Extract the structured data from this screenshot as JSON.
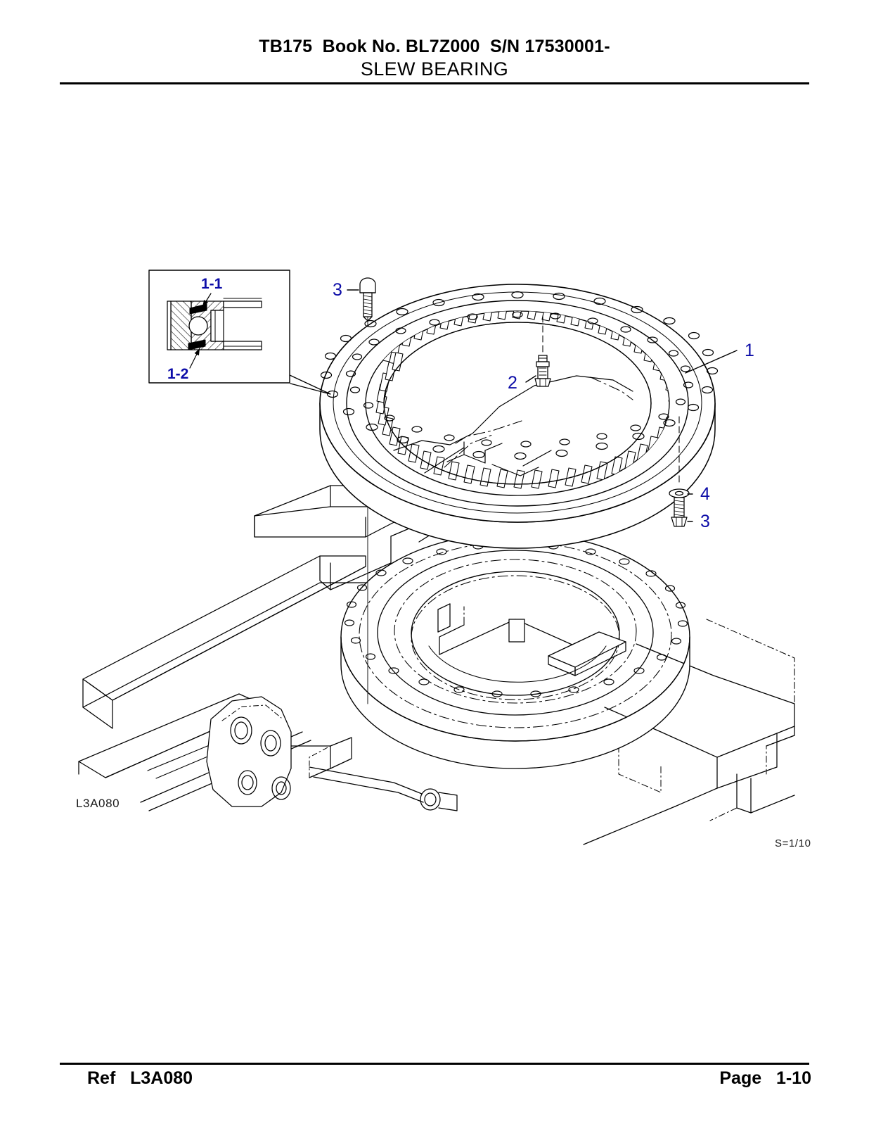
{
  "document": {
    "header": {
      "line1": "TB175  Book No. BL7Z000  S/N 17530001-",
      "title": "SLEW BEARING"
    },
    "footer": {
      "ref_label": "Ref   L3A080",
      "page_label": "Page   1-10"
    }
  },
  "drawing": {
    "reference_code": "L3A080",
    "scale": "S=1/10",
    "callouts": [
      {
        "id": "1",
        "label": "1",
        "description": "slew-bearing-assembly"
      },
      {
        "id": "2",
        "label": "2",
        "description": "grease-nipple"
      },
      {
        "id": "3a",
        "label": "3",
        "description": "hex-bolt-upper"
      },
      {
        "id": "3b",
        "label": "3",
        "description": "hex-bolt-lower"
      },
      {
        "id": "4",
        "label": "4",
        "description": "washer"
      },
      {
        "id": "1-1",
        "label": "1-1",
        "description": "bearing-seal-upper"
      },
      {
        "id": "1-2",
        "label": "1-2",
        "description": "bearing-seal-lower"
      }
    ],
    "detail_box": {
      "name": "section-detail-view",
      "items": [
        "1-1",
        "1-2"
      ]
    },
    "colors": {
      "callout": "#0d0da8",
      "line": "#000000",
      "background": "#ffffff"
    }
  }
}
